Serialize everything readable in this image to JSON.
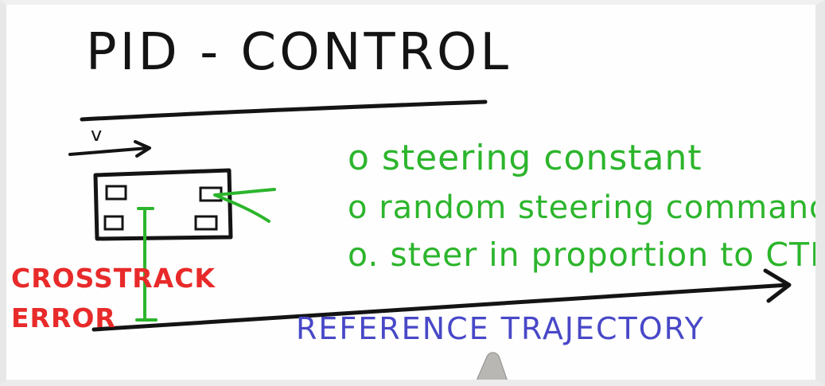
{
  "title": "PID - CONTROL",
  "velocity_label": "v",
  "bullets": [
    "o steering constant",
    "o random steering commands",
    "o. steer in proportion to CTE"
  ],
  "crosstrack_error": {
    "line1": "CROSSTRACK",
    "line2": "ERROR"
  },
  "reference_trajectory": "REFERENCE TRAJECTORY",
  "colors": {
    "ink": "#141414",
    "bullets": "#2cb52c",
    "error": "#e82a2a",
    "reference": "#4848c8"
  }
}
